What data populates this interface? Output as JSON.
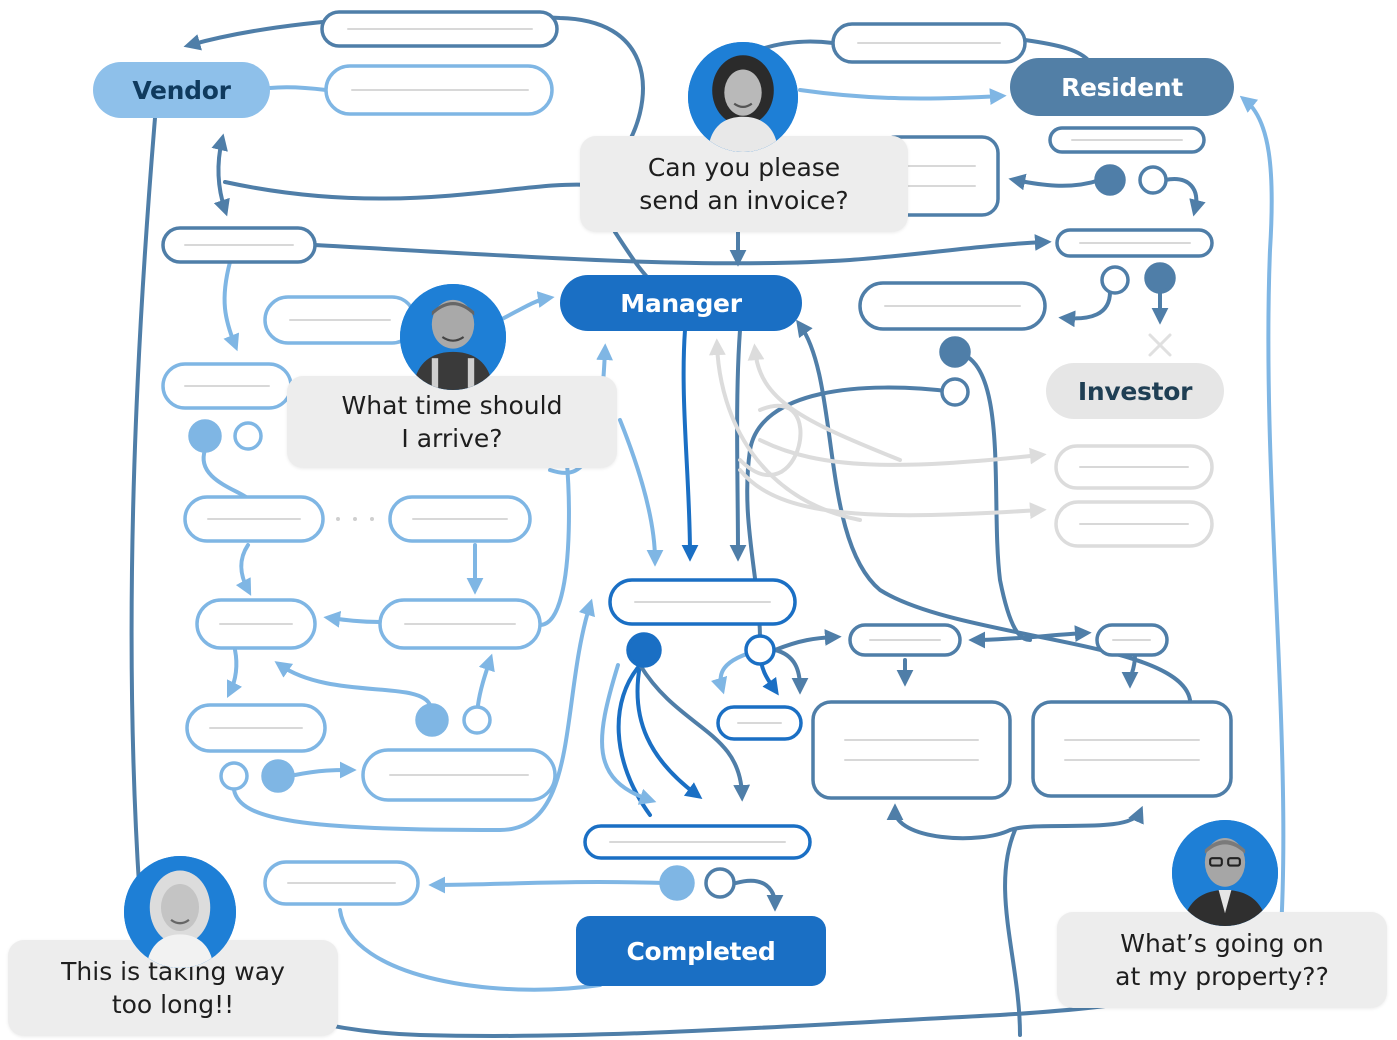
{
  "roles": {
    "vendor": "Vendor",
    "resident": "Resident",
    "manager": "Manager",
    "investor": "Investor",
    "completed": "Completed"
  },
  "bubbles": {
    "invoice": [
      "Can you please",
      "send an invoice?"
    ],
    "arrive": [
      "What time should",
      "I arrive?"
    ],
    "property": [
      "What’s going on",
      "at my property??"
    ],
    "too_long": [
      "This is taking way",
      "too long!!"
    ]
  },
  "colors": {
    "dark_blue": "#1a6fc4",
    "steel_blue": "#4f7ea8",
    "light_blue": "#7fb6e4",
    "pale_grey": "#dcdcdc",
    "investor_bg": "#e6e6e6",
    "vendor_bg": "#8ec0ea",
    "resident_bg": "#527fa6"
  }
}
